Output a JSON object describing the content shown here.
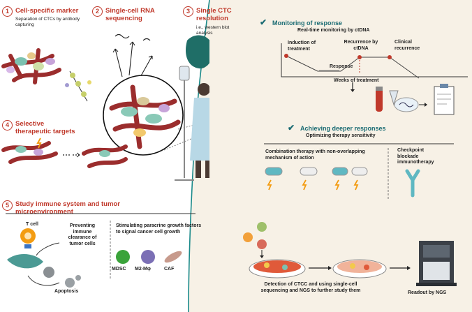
{
  "left": {
    "s1": {
      "num": "1",
      "title": "Cell-specific marker",
      "desc": "Separation of CTCs by antibody capturing"
    },
    "s2": {
      "num": "2",
      "title": "Single-cell RNA sequencing"
    },
    "s3": {
      "num": "3",
      "title": "Single CTC resolution",
      "desc": "i.e., western blot analysis"
    },
    "s4": {
      "num": "4",
      "title": "Selective therapeutic targets"
    },
    "s5": {
      "num": "5",
      "title": "Study immune system and tumor microenvironment"
    },
    "tcell_label": "T cell",
    "preventing": "Preventing immune clearance of tumor cells",
    "apoptosis": "Apoptosis",
    "stimulating": "Stimulating paracrine growth factors to signal cancer cell growth",
    "cells": [
      {
        "label": "MDSC",
        "color": "#3aa33a"
      },
      {
        "label": "M2-Mφ",
        "color": "#7b6fb5"
      },
      {
        "label": "CAF",
        "color": "#c79a8c"
      }
    ]
  },
  "right": {
    "monitoring": {
      "title": "Monitoring of response",
      "subtitle": "Real-time monitoring by ctDNA"
    },
    "graph": {
      "induction": "Induction of treatment",
      "recurrence_ctdna": "Recurrence by ctDNA",
      "clinical": "Clinical recurrence",
      "response": "Response",
      "weeks": "Weeks of treatment"
    },
    "deeper": {
      "title": "Achieving deeper responses",
      "subtitle": "Optimizing therapy sensitivity"
    },
    "combination": "Combination therapy with non-overlapping mechanism of action",
    "checkpoint": "Checkpoint blockade immunotherapy",
    "detection": "Detection of CTCC and using single-cell sequencing and NGS to further study them",
    "readout": "Readout by NGS"
  },
  "colors": {
    "accent_red": "#c0392b",
    "teal": "#1a6b73",
    "cream_bg": "#f7f1e6",
    "vessel": "#9b2d2d"
  }
}
